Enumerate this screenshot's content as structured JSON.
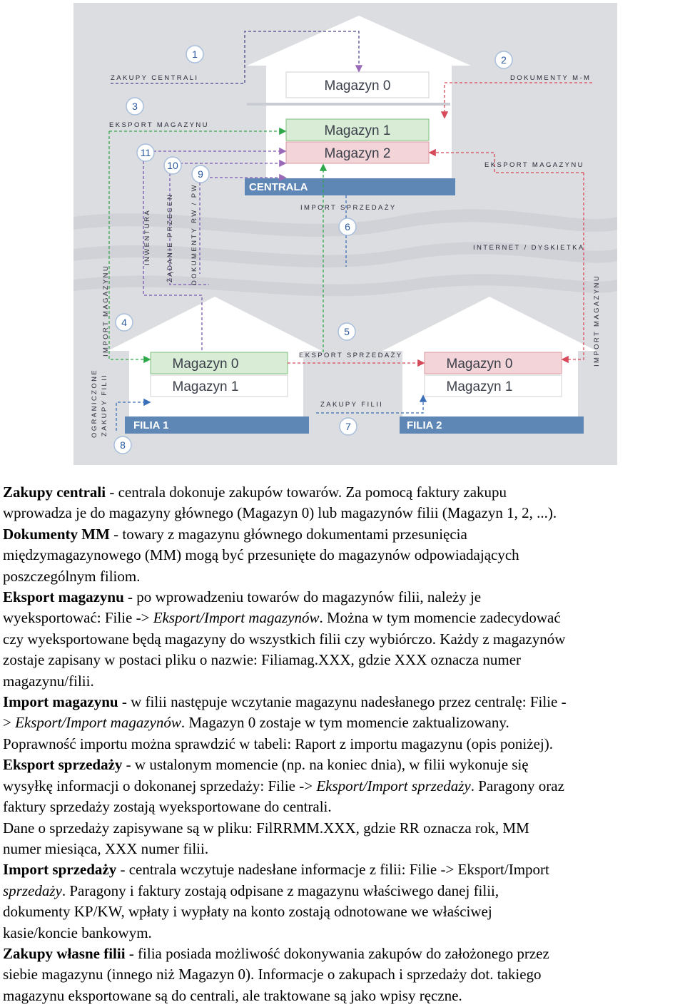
{
  "diagram": {
    "labels": {
      "zakupy_centrali": "ZAKUPY CENTRALI",
      "dokumenty_mm": "DOKUMENTY M-M",
      "eksport_magazynu_left": "EKSPORT MAGAZYNU",
      "eksport_magazynu_right": "EKSPORT MAGAZYNU",
      "import_sprzedazy": "IMPORT SPRZEDAŻY",
      "internet": "INTERNET / DYSKIETKA",
      "inwentura": "INWENTURA",
      "zadanie": "ŻĄDANIE PRZECEN",
      "dokumenty_rw": "DOKUMENTY RW / PW",
      "import_magazynu_left": "IMPORT MAGAZYNU",
      "import_magazynu_right": "IMPORT MAGAZYNU",
      "ograniczone": "OGRANICZONE",
      "zakupy_filii_side": "ZAKUPY FILII",
      "eksport_sprzedazy": "EKSPORT SPRZEDAŻY",
      "zakupy_filii": "ZAKUPY FILII"
    },
    "centrala": {
      "name": "CENTRALA",
      "magazyn0": "Magazyn 0",
      "magazyn1": "Magazyn 1",
      "magazyn2": "Magazyn 2"
    },
    "filia1": {
      "name": "FILIA 1",
      "magazyn0": "Magazyn 0",
      "magazyn1": "Magazyn 1"
    },
    "filia2": {
      "name": "FILIA 2",
      "magazyn0": "Magazyn 0",
      "magazyn1": "Magazyn 1"
    },
    "numbers": {
      "n1": "1",
      "n2": "2",
      "n3": "3",
      "n4": "4",
      "n5": "5",
      "n6": "6",
      "n7": "7",
      "n8": "8",
      "n9": "9",
      "n10": "10",
      "n11": "11"
    }
  },
  "paragraphs": [
    {
      "term": "Zakupy centrali",
      "l1": " - centrala dokonuje zakupów towarów. Za pomocą faktury zakupu",
      "l2": "wprowadza je do magazyny głównego (Magazyn 0) lub magazynów filii (Magazyn 1, 2, ...)."
    },
    {
      "term": "Dokumenty MM",
      "l1": " - towary z magazynu głównego dokumentami przesunięcia",
      "l2": "międzymagazynowego (MM) mogą być przesunięte do magazynów odpowiadających",
      "l3": "poszczególnym filiom."
    },
    {
      "term": "Eksport magazynu",
      "l1": " - po wprowadzeniu towarów do magazynów filii, należy je",
      "l2a": "wyeksportować: Filie -> ",
      "l2i": "Eksport/Import magazynów",
      "l2b": ". Można w tym momencie zadecydować",
      "l3": "czy wyeksportowane będą magazyny do wszystkich filii czy wybiórczo. Każdy z magazynów",
      "l4": "zostaje zapisany w postaci pliku o nazwie: Filiamag.XXX, gdzie XXX oznacza numer",
      "l5": "magazynu/filii."
    },
    {
      "term": "Import magazynu",
      "l1": " - w filii następuje wczytanie magazynu nadesłanego przez centralę: Filie -",
      "l2a": "> ",
      "l2i": "Eksport/Import magazynów",
      "l2b": ". Magazyn 0 zostaje w tym momencie zaktualizowany.",
      "l3": "Poprawność importu można sprawdzić w tabeli: Raport z importu magazynu (opis poniżej)."
    },
    {
      "term": "Eksport sprzedaży",
      "l1": " - w ustalonym momencie (np. na koniec dnia), w filii wykonuje się",
      "l2a": "wysyłkę informacji o dokonanej sprzedaży: Filie -> ",
      "l2i": "Eksport/Import sprzedaży",
      "l2b": ". Paragony oraz",
      "l3": "faktury sprzedaży zostają wyeksportowane do centrali.",
      "l4": "Dane o sprzedaży zapisywane są w pliku: FilRRMM.XXX, gdzie RR oznacza rok, MM",
      "l5": "numer miesiąca, XXX numer filii."
    },
    {
      "term": "Import sprzedaży",
      "l1": " - centrala wczytuje nadesłane informacje z filii: Filie -> Eksport/Import",
      "l2i": "sprzedaży",
      "l2b": ". Paragony i faktury zostają odpisane z magazynu właściwego danej filii,",
      "l3": "dokumenty KP/KW, wpłaty i wypłaty na konto zostają odnotowane we właściwej",
      "l4": "kasie/koncie bankowym."
    },
    {
      "term": "Zakupy własne filii",
      "l1": " - filia posiada możliwość dokonywania zakupów do założonego przez",
      "l2": "siebie magazynu (innego niż Magazyn 0). Informacje o zakupach i sprzedaży dot. takiego",
      "l3": "magazynu eksportowane są do centrali, ale traktowane są jako wpisy ręczne."
    }
  ]
}
